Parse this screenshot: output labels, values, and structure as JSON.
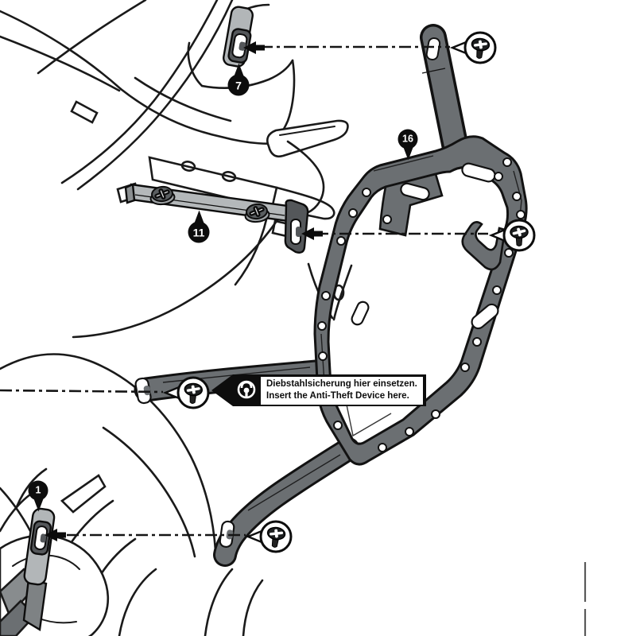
{
  "callouts": {
    "c7": "7",
    "c11": "11",
    "c16": "16",
    "c1": "1"
  },
  "label": {
    "line_de": "Diebstahlsicherung hier einsetzen.",
    "line_en": "Insert the Anti-Theft Device here."
  },
  "colors": {
    "ink": "#1a1a1a",
    "frame_gray": "#6b6f72",
    "bracket_gray": "#b2b6b8",
    "dark_gray": "#54575a",
    "callout_black": "#0d0d0d"
  },
  "icons": [
    "phillips-screw-icon",
    "insert-arrow-icon",
    "padlock-icon",
    "callout-pin-icon"
  ]
}
